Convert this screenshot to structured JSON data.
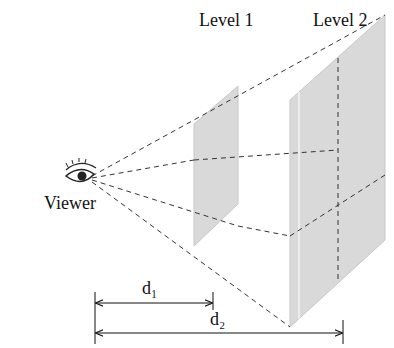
{
  "diagram": {
    "labels": [
      "Level 1",
      "Level 2",
      "Viewer",
      "d₁",
      "d₂"
    ]
  }
}
